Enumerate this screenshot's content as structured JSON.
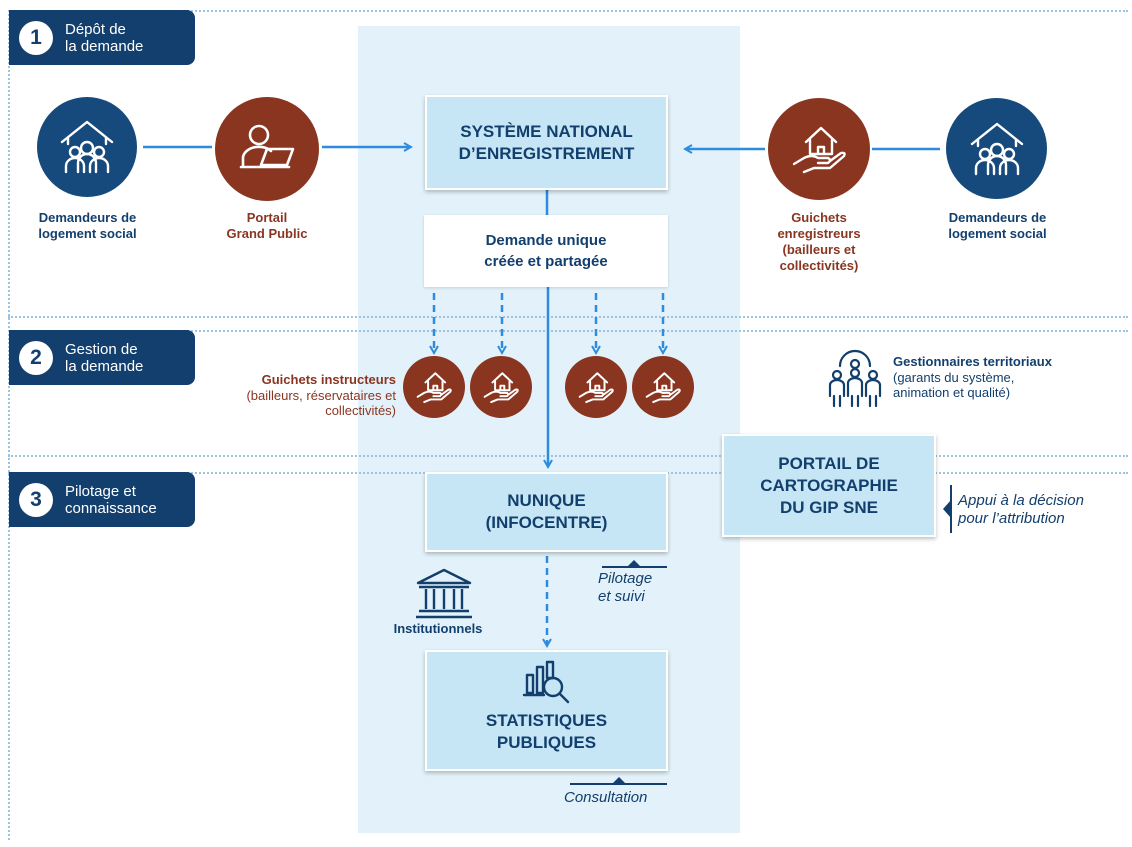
{
  "steps": [
    {
      "num": "1",
      "label": "Dépôt de\nla demande"
    },
    {
      "num": "2",
      "label": "Gestion de\nla demande"
    },
    {
      "num": "3",
      "label": "Pilotage et\nconnaissance"
    }
  ],
  "actors": {
    "demandeurs_left": "Demandeurs de\nlogement social",
    "portail": "Portail\nGrand Public",
    "guichets_enregistreurs": "Guichets\nenregistreurs\n(bailleurs et\ncollectivités)",
    "demandeurs_right": "Demandeurs de\nlogement social"
  },
  "boxes": {
    "sne": "SYSTÈME NATIONAL\nD’ENREGISTREMENT",
    "demande_unique": "Demande unique\ncréée et partagée",
    "nunique": "NUNIQUE\n(INFOCENTRE)",
    "portail_carto": "PORTAIL DE\nCARTOGRAPHIE\nDU GIP SNE",
    "statistiques": "STATISTIQUES\nPUBLIQUES"
  },
  "gestion": {
    "guichets_instructeurs_title": "Guichets instructeurs",
    "guichets_instructeurs_sub": "(bailleurs, réservataires et\ncollectivités)",
    "gestionnaires_title": "Gestionnaires territoriaux",
    "gestionnaires_sub": "(garants du système,\nanimation et qualité)"
  },
  "annotations": {
    "appui": "Appui à la décision\npour l’attribution",
    "pilotage": "Pilotage\net suivi",
    "institutionnels": "Institutionnels",
    "consultation": "Consultation"
  },
  "colors": {
    "navy": "#123f6d",
    "brown": "#8a3520",
    "light_blue": "#c6e6f5",
    "band": "#e3f2fa",
    "arrow": "#2d8be0"
  },
  "icons": [
    "house-family-icon",
    "laptop-user-icon",
    "hand-house-icon",
    "group-people-icon",
    "institution-building-icon",
    "chart-magnifier-icon"
  ]
}
